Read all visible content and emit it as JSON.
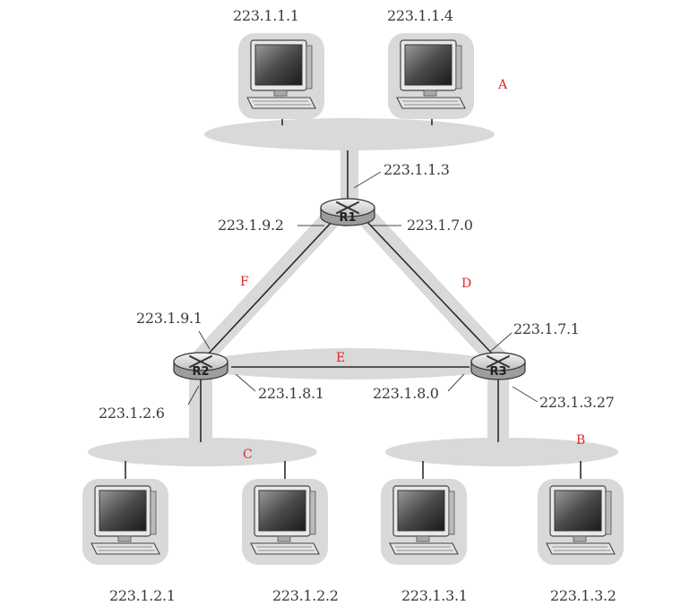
{
  "hosts": {
    "h1": "223.1.1.1",
    "h2": "223.1.1.4",
    "h3": "223.1.2.1",
    "h4": "223.1.2.2",
    "h5": "223.1.3.1",
    "h6": "223.1.3.2"
  },
  "routers": {
    "r1": "R1",
    "r2": "R2",
    "r3": "R3"
  },
  "interfaces": {
    "r1_top": "223.1.1.3",
    "r1_left": "223.1.9.2",
    "r1_right": "223.1.7.0",
    "r2_top": "223.1.9.1",
    "r2_right": "223.1.8.1",
    "r2_bottom": "223.1.2.6",
    "r3_top": "223.1.7.1",
    "r3_left": "223.1.8.0",
    "r3_bottom": "223.1.3.27"
  },
  "segments": {
    "a": "A",
    "b": "B",
    "c": "C",
    "d": "D",
    "e": "E",
    "f": "F"
  },
  "colors": {
    "segment_label": "#e0262a",
    "shading": "#d9d9d9",
    "link": "#2a2a2a"
  }
}
